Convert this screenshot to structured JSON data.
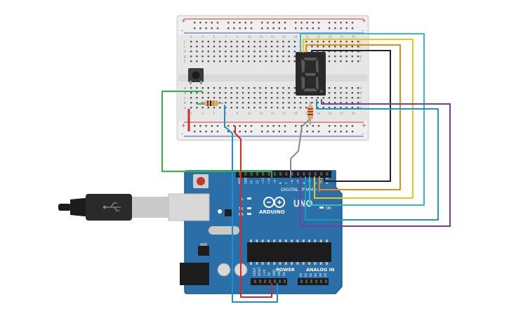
{
  "canvas": {
    "background": "#ffffff"
  },
  "breadboard": {
    "rail_plus": "+",
    "rail_minus": "-",
    "row_letters_top": [
      "j",
      "i",
      "h",
      "g",
      "f"
    ],
    "row_letters_bottom": [
      "e",
      "d",
      "c",
      "b",
      "a"
    ],
    "column_numbers": [
      "1",
      "3",
      "5",
      "7",
      "9",
      "11",
      "13",
      "15",
      "17",
      "19",
      "21",
      "23",
      "25",
      "27",
      "29"
    ],
    "colors": {
      "body": "#e8e8e8",
      "hole": "#555555",
      "rail_red": "#d03030",
      "rail_blue": "#4050b0"
    }
  },
  "seven_segment": {
    "label": "",
    "colors": {
      "body": "#2a2a2a",
      "segment_off": "#555555"
    }
  },
  "arduino": {
    "brand": "ARDUINO",
    "model": "UNO",
    "digital_label": "DIGITAL (PWM ~)",
    "power_label": "POWER",
    "analog_label": "ANALOG IN",
    "on_label": "ON",
    "l_label": "L",
    "tx_label": "TX",
    "rx_label": "RX",
    "top_pins": [
      "AREF",
      "GND",
      "13",
      "12",
      "~11",
      "~10",
      "~9",
      "8",
      "7",
      "~6",
      "~5",
      "4",
      "~3",
      "2",
      "TX 1",
      "RX 0"
    ],
    "power_pins": [
      "IOREF",
      "RESET",
      "3.3V",
      "5V",
      "GND",
      "GND",
      "Vin"
    ],
    "analog_pins": [
      "A0",
      "A1",
      "A2",
      "A3",
      "A4",
      "A5"
    ],
    "colors": {
      "board": "#2a6fa8",
      "board_dark": "#1f5a8c",
      "header": "#1c1c1c",
      "chip": "#1c1c1c"
    }
  },
  "usb_cable": {
    "icon": "usb-icon",
    "colors": {
      "plug": "#222222",
      "connector": "#c9c9c9"
    }
  },
  "components": {
    "pushbutton": "pushbutton",
    "resistor_left": "resistor",
    "resistor_right": "resistor"
  },
  "wires": {
    "green": "#2fb34a",
    "red": "#d02a2a",
    "blue": "#1b8fd0",
    "black": "#222222",
    "orange": "#e68a1a",
    "yellow": "#f0c419",
    "cyan": "#3ab7c8",
    "purple": "#7b3aa0",
    "teal": "#1f97b5",
    "gray": "#888888"
  }
}
